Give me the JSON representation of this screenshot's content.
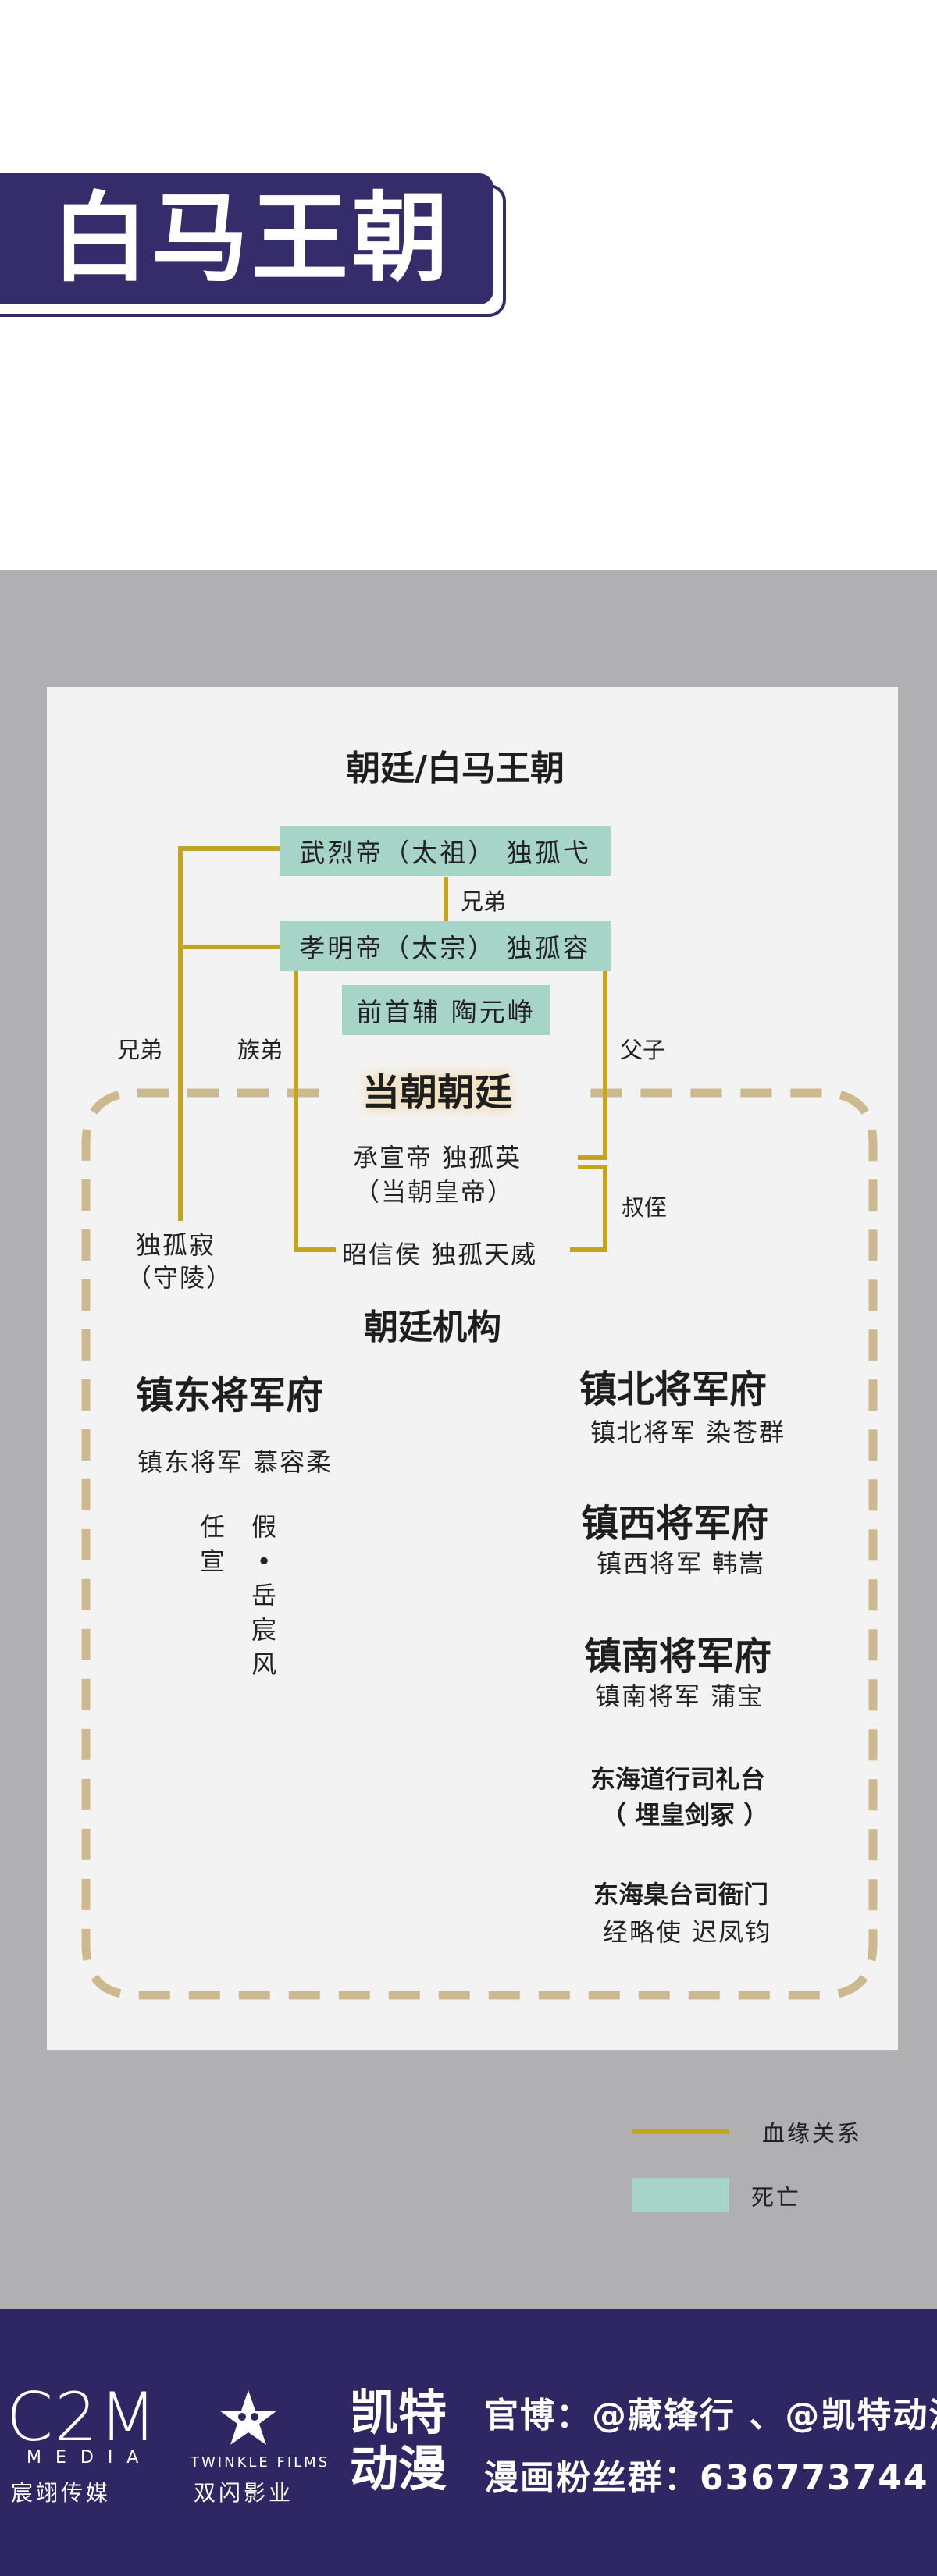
{
  "banner": {
    "title": "白马王朝"
  },
  "colors": {
    "accent": "#352d6b",
    "bloodline": "#c1a624",
    "deceased": "#a6d5c8",
    "dashed_frame": "#cdb990",
    "panel": "#b0afb1"
  },
  "chart": {
    "title": "朝廷/白马王朝",
    "founder": "武烈帝（太祖） 独孤弋",
    "rel_brothers_top": "兄弟",
    "second_emperor": "孝明帝（太宗） 独孤容",
    "former_minister": "前首辅 陶元峥",
    "rel_brothers_left": "兄弟",
    "rel_clan_brother": "族弟",
    "rel_father_son": "父子",
    "current_court": "当朝朝廷",
    "current_emperor_line1": "承宣帝 独孤英",
    "current_emperor_line2": "（当朝皇帝）",
    "rel_uncle_nephew": "叔侄",
    "tomb_guard_name": "独孤寂",
    "tomb_guard_role": "（守陵）",
    "marquis": "昭信侯 独孤天威",
    "institutions_title": "朝廷机构",
    "east_office": "镇东将军府",
    "east_general": "镇东将军 慕容柔",
    "east_note_col1": "任宣",
    "east_note_col2": "假•岳宸风",
    "north_office": "镇北将军府",
    "north_general": "镇北将军 染苍群",
    "west_office": "镇西将军府",
    "west_general": "镇西将军 韩嵩",
    "south_office": "镇南将军府",
    "south_general": "镇南将军 蒲宝",
    "rites_office": "东海道行司礼台",
    "rites_note": "（ 埋皇剑冢 ）",
    "judicial_office": "东海臬台司衙门",
    "judicial_official": "经略使 迟凤钧"
  },
  "legend": {
    "bloodline": "血缘关系",
    "deceased": "死亡"
  },
  "footer": {
    "brand1_logo": "C2M",
    "brand1_sub": "MEDIA",
    "brand1_cn": "宸翊传媒",
    "brand2_name": "TWINKLE FILMS",
    "brand2_cn": "双闪影业",
    "brand3_line1": "凯特",
    "brand3_line2": "动漫",
    "weibo": "官博：@藏锋行 、@凯特动漫",
    "fan_group": "漫画粉丝群：636773744"
  }
}
